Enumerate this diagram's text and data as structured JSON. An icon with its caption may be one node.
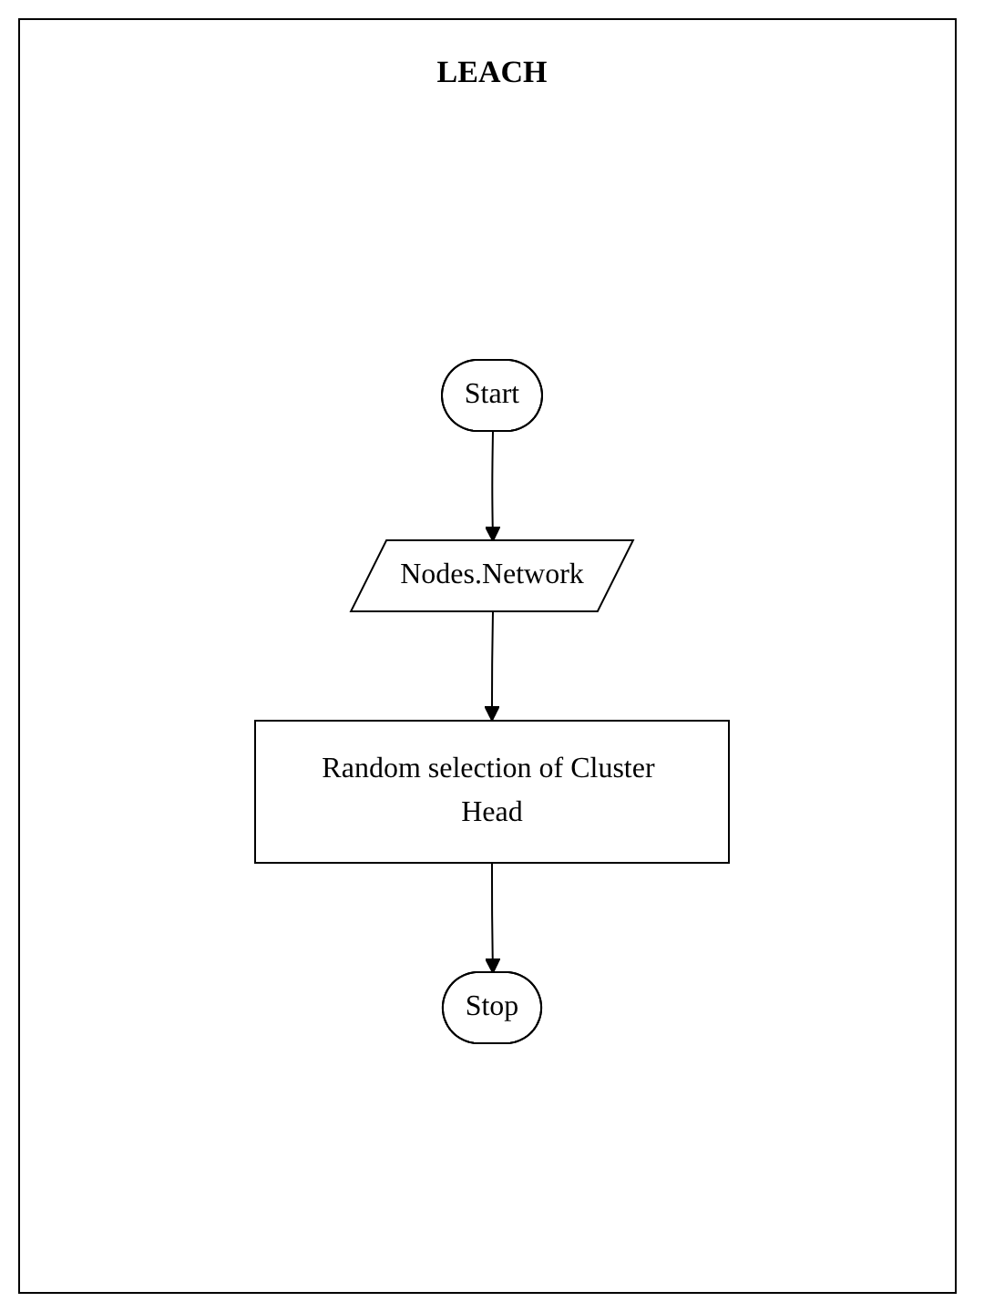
{
  "diagram": {
    "title": "LEACH",
    "nodes": [
      {
        "text": [
          "Start"
        ]
      },
      {
        "text": [
          "Nodes.Network"
        ]
      },
      {
        "text": [
          "Random selection of Cluster Head"
        ]
      },
      {
        "text": [
          "Stop"
        ]
      }
    ],
    "edges": [
      {
        "from": 0,
        "to": 1,
        "arrow": "to"
      },
      {
        "from": 1,
        "to": 2,
        "arrow": "to"
      },
      {
        "from": 2,
        "to": 3,
        "arrow": "to"
      }
    ]
  }
}
